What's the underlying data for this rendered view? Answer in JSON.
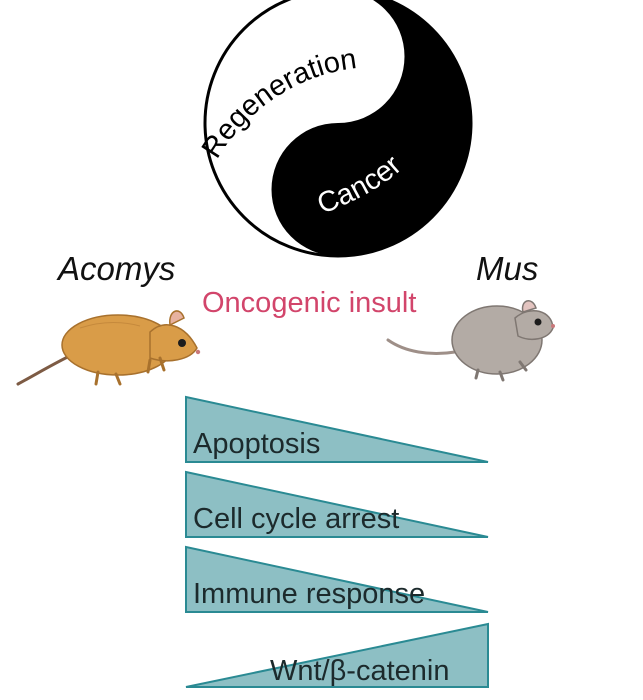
{
  "yin_yang": {
    "light_label": "Regeneration",
    "dark_label": "Cancer"
  },
  "species": {
    "left": "Acomys",
    "right": "Mus"
  },
  "center_label": "Oncogenic insult",
  "gradients": [
    {
      "label": "Apoptosis",
      "direction": "decreasing"
    },
    {
      "label": "Cell cycle arrest",
      "direction": "decreasing"
    },
    {
      "label": "Immune response",
      "direction": "decreasing"
    },
    {
      "label": "Wnt/β-catenin",
      "direction": "increasing"
    }
  ],
  "colors": {
    "center_label": "#d2456b",
    "triangle_fill": "#8dbfc4",
    "triangle_stroke": "#2a8a93",
    "acomys_fur": "#d99c48",
    "mus_fur": "#b3aba5"
  }
}
